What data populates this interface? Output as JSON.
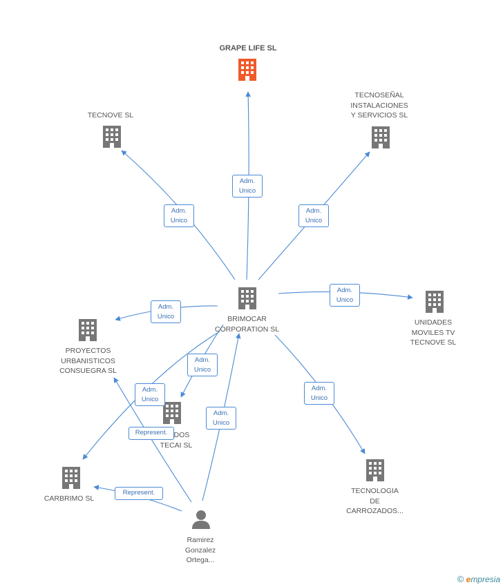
{
  "colors": {
    "edge": "#4a8ad4",
    "node": "#777777",
    "focus_node": "#f05a2a",
    "person": "#777777"
  },
  "nodes": {
    "grape_life": {
      "label": "GRAPE LIFE SL",
      "icon": "building-icon"
    },
    "tecnove": {
      "label": "TECNOVE SL",
      "icon": "building-icon"
    },
    "tecnosenal": {
      "label": "TECNOSEÑAL\nINSTALACIONES\nY SERVICIOS SL",
      "icon": "building-icon"
    },
    "brimocar": {
      "label": "BRIMOCAR\nCORPORATION SL",
      "icon": "building-icon"
    },
    "unidades": {
      "label": "UNIDADES\nMOVILES TV\nTECNOVE SL",
      "icon": "building-icon"
    },
    "proyectos": {
      "label": "PROYECTOS\nURBANISTICOS\nCONSUEGRA SL",
      "icon": "building-icon"
    },
    "carrozados_tecai": {
      "label": "...ADOS\nTECAI SL",
      "icon": "building-icon"
    },
    "carbrimo": {
      "label": "CARBRIMO SL",
      "icon": "building-icon"
    },
    "tecnologia": {
      "label": "TECNOLOGIA\nDE\nCARROZADOS...",
      "icon": "building-icon"
    },
    "ramirez": {
      "label": "Ramirez\nGonzalez\nOrtega...",
      "icon": "person-icon"
    }
  },
  "edge_labels": {
    "to_grape": "Adm.\nUnico",
    "to_tecnove": "Adm.\nUnico",
    "to_tecnosenal": "Adm.\nUnico",
    "to_unidades": "Adm.\nUnico",
    "to_proyectos": "Adm.\nUnico",
    "to_tecai": "Adm.\nUnico",
    "to_carbrimo": "Adm.\nUnico",
    "ramirez_to_brimocar": "Adm.\nUnico",
    "to_tecnologia": "Adm.\nUnico",
    "ramirez_to_proyectos": "Represent.",
    "ramirez_to_carbrimo": "Represent."
  },
  "footer": {
    "copyright": "©",
    "brand_e": "e",
    "brand_rest": "mpresia"
  }
}
